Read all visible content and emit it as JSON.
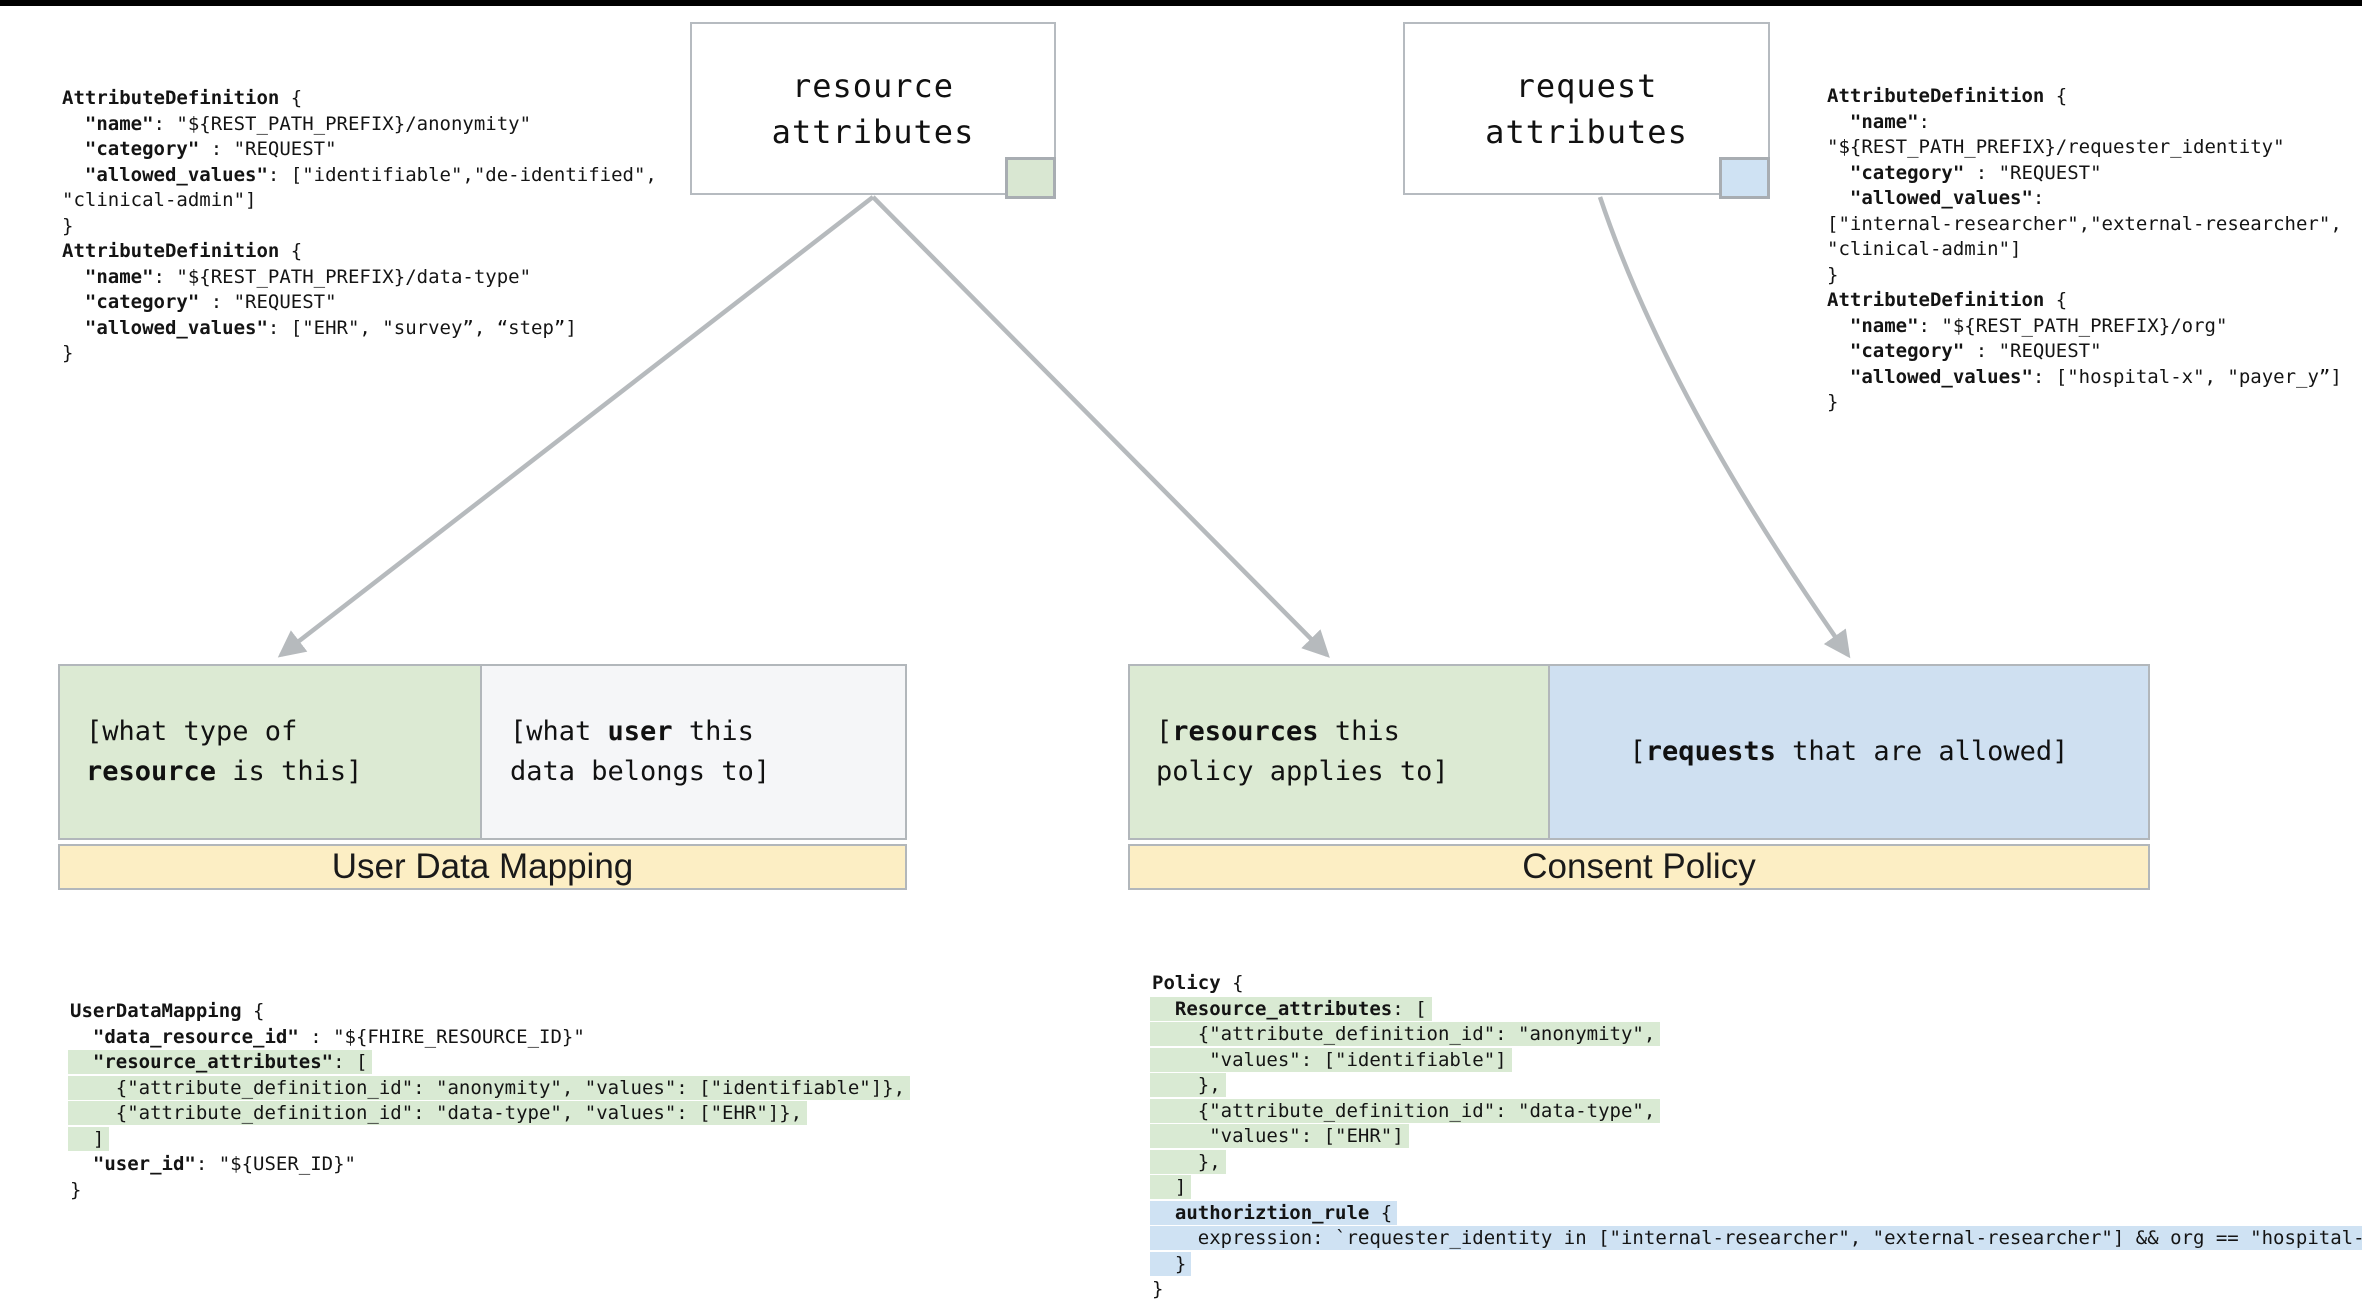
{
  "colors": {
    "green_fill": "#dcead3",
    "blue_fill": "#cfe0f1",
    "yellow_band": "#fceec4",
    "code_highlight_green": "#d9ead3",
    "code_highlight_blue": "#cfe2f3",
    "arrow_gray": "#b6babd",
    "top_bar": "#000000"
  },
  "nodes": {
    "resource": {
      "label": "resource\nattributes"
    },
    "request": {
      "label": "request\nattributes"
    }
  },
  "tables": {
    "user_data_mapping": {
      "title": "User Data Mapping",
      "left_cell": "[what type of\n**resource** is this]",
      "right_cell": "[what **user** this\ndata belongs to]"
    },
    "consent_policy": {
      "title": "Consent Policy",
      "left_cell": "[**resources** this\npolicy applies to]",
      "right_cell": "[**requests** that are allowed]"
    }
  },
  "code_blocks": {
    "resource_defs": {
      "lines": [
        {
          "t": "**AttributeDefinition** {",
          "hl": null
        },
        {
          "t": "  **\"name\"**: \"${REST_PATH_PREFIX}/anonymity\"",
          "hl": null
        },
        {
          "t": "  **\"category\"** : \"REQUEST\"",
          "hl": null
        },
        {
          "t": "  **\"allowed_values\"**: [\"identifiable\",\"de-identified\",",
          "hl": null
        },
        {
          "t": "\"clinical-admin\"]",
          "hl": null
        },
        {
          "t": "}",
          "hl": null
        },
        {
          "t": "**AttributeDefinition** {",
          "hl": null
        },
        {
          "t": "  **\"name\"**: \"${REST_PATH_PREFIX}/data-type\"",
          "hl": null
        },
        {
          "t": "  **\"category\"** : \"REQUEST\"",
          "hl": null
        },
        {
          "t": "  **\"allowed_values\"**: [\"EHR\", \"survey”, “step”]",
          "hl": null
        },
        {
          "t": "}",
          "hl": null
        }
      ]
    },
    "request_defs": {
      "lines": [
        {
          "t": "**AttributeDefinition** {",
          "hl": null
        },
        {
          "t": "  **\"name\"**:",
          "hl": null
        },
        {
          "t": "\"${REST_PATH_PREFIX}/requester_identity\"",
          "hl": null
        },
        {
          "t": "  **\"category\"** : \"REQUEST\"",
          "hl": null
        },
        {
          "t": "  **\"allowed_values\"**:",
          "hl": null
        },
        {
          "t": "[\"internal-researcher\",\"external-researcher\",",
          "hl": null
        },
        {
          "t": "\"clinical-admin\"]",
          "hl": null
        },
        {
          "t": "}",
          "hl": null
        },
        {
          "t": "**AttributeDefinition** {",
          "hl": null
        },
        {
          "t": "  **\"name\"**: \"${REST_PATH_PREFIX}/org\"",
          "hl": null
        },
        {
          "t": "  **\"category\"** : \"REQUEST\"",
          "hl": null
        },
        {
          "t": "  **\"allowed_values\"**: [\"hospital-x\", \"payer_y”]",
          "hl": null
        },
        {
          "t": "}",
          "hl": null
        }
      ]
    },
    "user_data_mapping": {
      "lines": [
        {
          "t": "**UserDataMapping** {",
          "hl": null
        },
        {
          "t": "  **\"data_resource_id\"** : \"${FHIRE_RESOURCE_ID}\"",
          "hl": null
        },
        {
          "t": "  **\"resource_attributes\"**: [",
          "hl": "green"
        },
        {
          "t": "    {\"attribute_definition_id\": \"anonymity\", \"values\": [\"identifiable\"]},",
          "hl": "green"
        },
        {
          "t": "    {\"attribute_definition_id\": \"data-type\", \"values\": [\"EHR\"]},",
          "hl": "green"
        },
        {
          "t": "  ]",
          "hl": "green"
        },
        {
          "t": "  **\"user_id\"**: \"${USER_ID}\"",
          "hl": null
        },
        {
          "t": "}",
          "hl": null
        }
      ]
    },
    "policy": {
      "lines": [
        {
          "t": "**Policy** {",
          "hl": null
        },
        {
          "t": "  **Resource_attributes**: [",
          "hl": "green"
        },
        {
          "t": "    {\"attribute_definition_id\": \"anonymity\",",
          "hl": "green"
        },
        {
          "t": "     \"values\": [\"identifiable\"]",
          "hl": "green"
        },
        {
          "t": "    },",
          "hl": "green"
        },
        {
          "t": "    {\"attribute_definition_id\": \"data-type\",",
          "hl": "green"
        },
        {
          "t": "     \"values\": [\"EHR\"]",
          "hl": "green"
        },
        {
          "t": "    },",
          "hl": "green"
        },
        {
          "t": "  ]",
          "hl": "green"
        },
        {
          "t": "  **authoriztion_rule** {",
          "hl": "blue"
        },
        {
          "t": "    expression: `requester_identity in [\"internal-researcher\", \"external-researcher\"] && org == \"hospital-x\"`",
          "hl": "blue"
        },
        {
          "t": "  }",
          "hl": "blue"
        },
        {
          "t": "}",
          "hl": null
        }
      ]
    }
  }
}
